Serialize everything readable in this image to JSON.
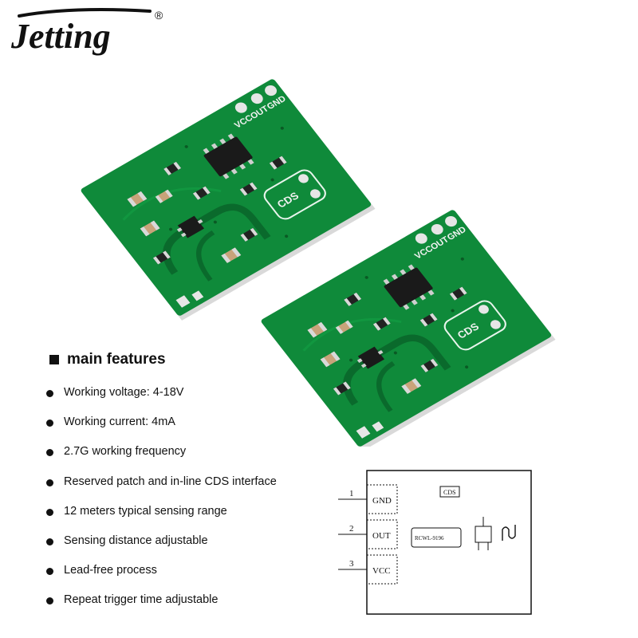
{
  "brand": {
    "name": "Jetting",
    "registered_mark": "®"
  },
  "board": {
    "pin_labels": [
      "VCC",
      "OUT",
      "GND"
    ],
    "cds_label": "CDS"
  },
  "features": {
    "title": "main features",
    "items": [
      "Working voltage: 4-18V",
      "Working current: 4mA",
      "2.7G working frequency",
      "Reserved patch and in-line CDS interface",
      "12 meters typical sensing range",
      "Sensing distance adjustable",
      "Lead-free process",
      "Repeat trigger time adjustable"
    ]
  },
  "schematic": {
    "pins": [
      {
        "number": "1",
        "label": "GND"
      },
      {
        "number": "2",
        "label": "OUT"
      },
      {
        "number": "3",
        "label": "VCC"
      }
    ],
    "cds_label": "CDS",
    "chip_label": "RCWL-9196"
  },
  "colors": {
    "pcb_green": "#0f8a3a",
    "pcb_dark": "#0a6a2c",
    "pad_silver": "#d8d8d8",
    "text": "#111111"
  }
}
